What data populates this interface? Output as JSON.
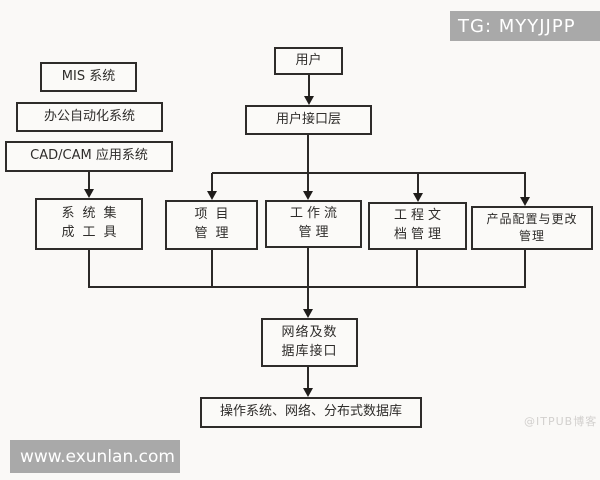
{
  "watermarks": {
    "tg_badge": "TG: MYYJJPP",
    "site_banner": "www.exunlan.com",
    "itpub": "@ITPUB博客"
  },
  "colors": {
    "background": "#faf9f7",
    "line": "#2b2927",
    "box_border": "#2e2c2a",
    "watermark_badge_bg": "#a9a9a9",
    "watermark_badge_text": "#ffffff",
    "itpub_text": "#d2d0ce"
  },
  "diagram": {
    "nodes": {
      "mis": {
        "label": "MIS 系统"
      },
      "oa": {
        "label": "办公自动化系统"
      },
      "cadcam": {
        "label": "CAD/CAM 应用系统"
      },
      "user": {
        "label": "用户"
      },
      "ui_layer": {
        "label": "用户接口层"
      },
      "sys_int": {
        "line1": "系统集",
        "line2": "成工具"
      },
      "proj": {
        "line1": "项目",
        "line2": "管理"
      },
      "workflow": {
        "line1": "工作流",
        "line2": "管理"
      },
      "doc": {
        "line1": "工程文",
        "line2": "档管理"
      },
      "product": {
        "line1": "产品配置与更改",
        "line2": "管理"
      },
      "net_db": {
        "line1": "网络及数",
        "line2": "据库接口"
      },
      "os_layer": {
        "label": "操作系统、网络、分布式数据库"
      }
    }
  }
}
